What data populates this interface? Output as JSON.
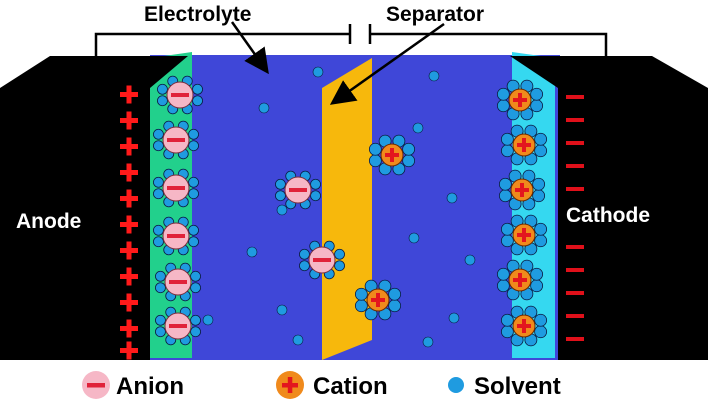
{
  "labels": {
    "electrolyte": "Electrolyte",
    "separator": "Separator",
    "anode": "Anode",
    "cathode": "Cathode"
  },
  "legend": {
    "anion": "Anion",
    "cation": "Cation",
    "solvent": "Solvent"
  },
  "colors": {
    "electrode": "#000000",
    "electrolyte": "#3f47d8",
    "separator": "#f7b80c",
    "anode_layer": "#22d08c",
    "cathode_layer": "#35d8f0",
    "anion_fill": "#f6b7c6",
    "anion_sign": "#e0223a",
    "cation_fill": "#f08a1c",
    "cation_sign": "#e3161e",
    "solvent": "#1f9be0",
    "anode_charge": "#ff1a1a",
    "cathode_charge": "#e0101a"
  },
  "icons": {
    "anode_charge": "plus-sign-icon",
    "cathode_charge": "minus-sign-icon",
    "anion": "anion-icon",
    "cation": "cation-icon",
    "solvent": "solvent-molecule-icon"
  }
}
